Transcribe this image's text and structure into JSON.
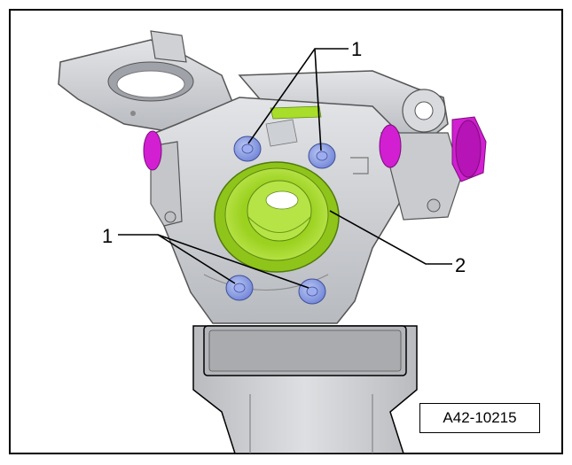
{
  "callouts": {
    "bolts_upper": "1",
    "bolts_lower": "1",
    "bearing": "2"
  },
  "reference_code": "A42-10215",
  "colors": {
    "housing": "#d4d6da",
    "housing_shade": "#aeb1b7",
    "bolt": "#8da0e6",
    "bearing": "#a8dd2a",
    "bushing": "#d21fd2",
    "tool": "#c9cbcf"
  }
}
